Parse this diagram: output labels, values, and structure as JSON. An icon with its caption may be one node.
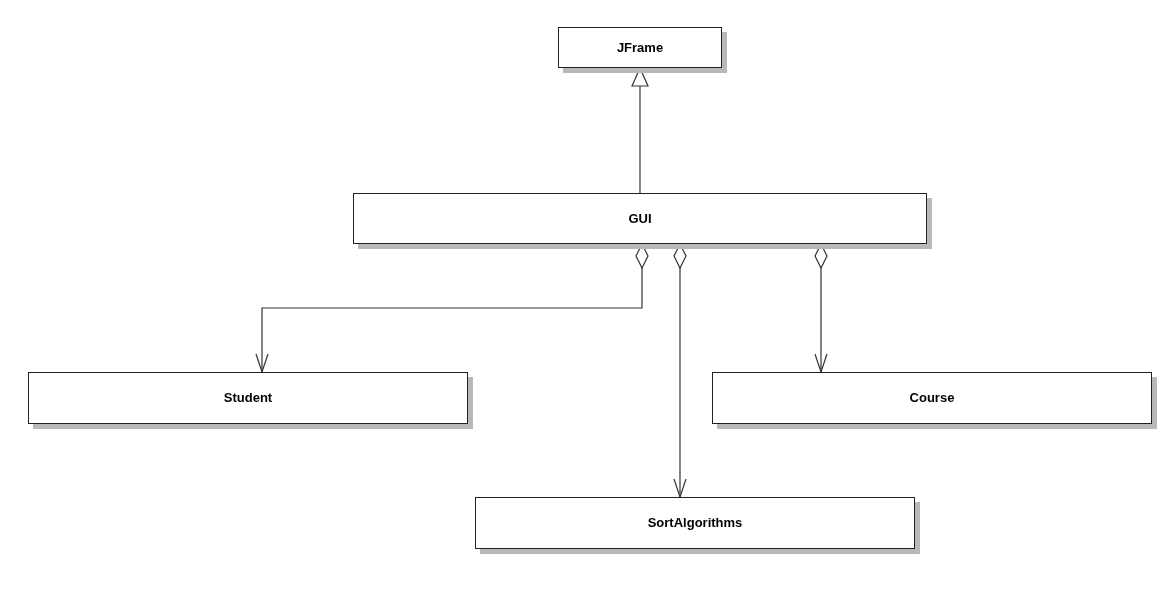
{
  "diagram": {
    "nodes": [
      {
        "text": [
          "JFrame"
        ]
      },
      {
        "text": [
          "GUI"
        ]
      },
      {
        "text": [
          "Student"
        ]
      },
      {
        "text": [
          "Course"
        ]
      },
      {
        "text": [
          "SortAlgorithms"
        ]
      }
    ],
    "edges": [
      {
        "from": 1,
        "to": 0,
        "arrow": "to"
      },
      {
        "from": 1,
        "to": 2,
        "arrow": "to"
      },
      {
        "from": 1,
        "to": 4,
        "arrow": "to"
      },
      {
        "from": 1,
        "to": 3,
        "arrow": "to"
      }
    ]
  }
}
